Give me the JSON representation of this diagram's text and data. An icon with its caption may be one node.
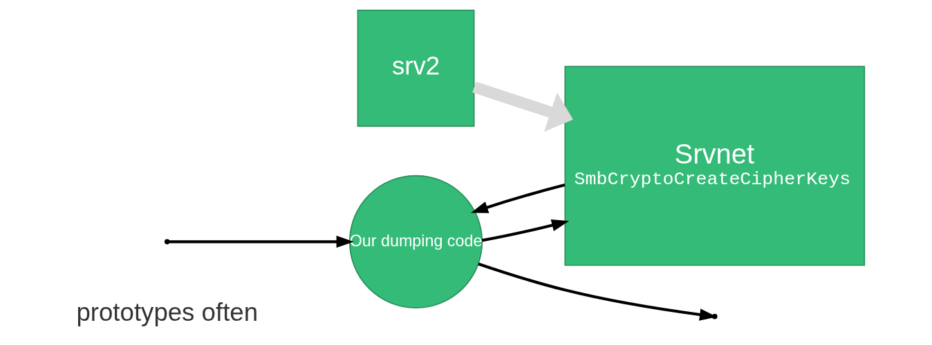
{
  "diagram": {
    "nodes": [
      {
        "text": [
          "Our dumping code"
        ]
      },
      {
        "text": [
          "srv2"
        ]
      },
      {
        "text": [
          "Srvnet",
          "SmbCryptoCreateCipherKeys"
        ]
      }
    ],
    "edges": [
      {
        "from": 1,
        "to": 2,
        "arrow": "to",
        "style": "thick",
        "color": "#d9d9d9"
      },
      {
        "from": 0,
        "to": null,
        "arrow": "to"
      },
      {
        "from": null,
        "to": 0,
        "arrow": "to"
      },
      {
        "from": 0,
        "to": 2,
        "arrow": "to"
      },
      {
        "from": 2,
        "to": 0,
        "arrow": "to"
      }
    ],
    "labels": [
      "prototypes often"
    ]
  }
}
